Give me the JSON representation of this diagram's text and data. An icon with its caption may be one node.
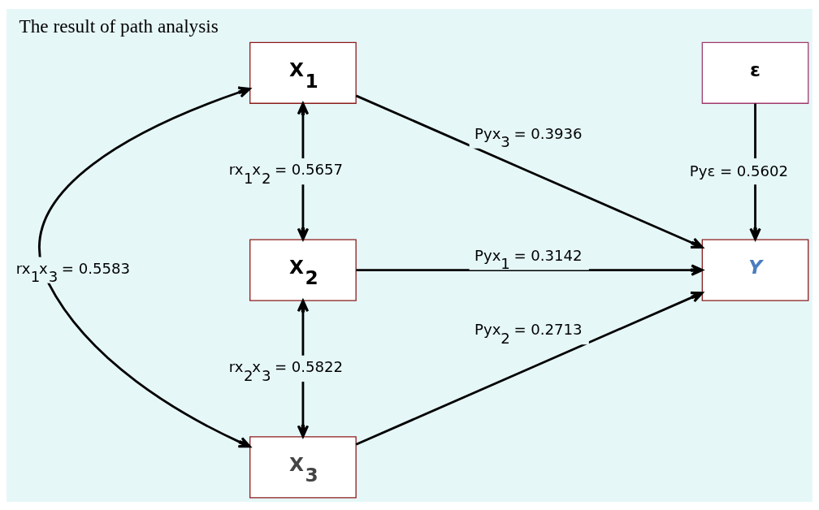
{
  "diagram": {
    "title": "The result of path analysis",
    "nodes": [
      {
        "text": [
          "X$_{1}$"
        ]
      },
      {
        "text": [
          "ε"
        ]
      },
      {
        "text": [
          "X$_{2}$"
        ]
      },
      {
        "text": [
          "Y"
        ]
      },
      {
        "text": [
          "X$_{3}$"
        ]
      }
    ],
    "edges": [
      {
        "from": 0,
        "to": 4,
        "arrow": "both",
        "label": "rx$_{1}$x$_{3}$ = 0.5583"
      },
      {
        "from": 0,
        "to": 2,
        "arrow": "both",
        "label": "rx$_{1}$x$_{2}$ = 0.5657"
      },
      {
        "from": 2,
        "to": 4,
        "arrow": "both",
        "label": "rx$_{2}$x$_{3}$ = 0.5822"
      },
      {
        "from": 0,
        "to": 3,
        "arrow": "to",
        "label": "Pyx$_{3}$ = 0.3936"
      },
      {
        "from": 1,
        "to": 3,
        "arrow": "to",
        "label": "Pyε = 0.5602"
      },
      {
        "from": 2,
        "to": 3,
        "arrow": "to",
        "label": "Pyx$_{1}$ = 0.3142"
      },
      {
        "from": 4,
        "to": 3,
        "arrow": "to",
        "label": "Pyx$_{2}$ = 0.2713"
      }
    ]
  }
}
